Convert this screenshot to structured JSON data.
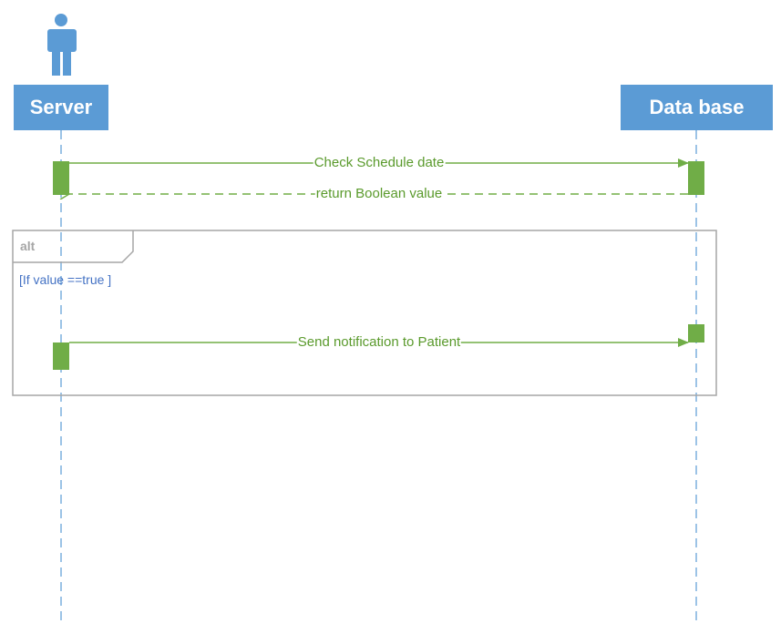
{
  "diagram": {
    "type": "sequence",
    "lifelines": [
      {
        "id": "server",
        "label": "Server",
        "icon": "actor-icon"
      },
      {
        "id": "database",
        "label": "Data base"
      }
    ],
    "messages": [
      {
        "label": "Check  Schedule date",
        "from": "server",
        "to": "database",
        "style": "solid"
      },
      {
        "label": "return  Boolean value",
        "from": "database",
        "to": "server",
        "style": "dashed"
      },
      {
        "label": "Send notification  to Patient",
        "from": "server",
        "to": "database",
        "style": "solid"
      }
    ],
    "fragment": {
      "operator": "alt",
      "guard": "[If value ==true ]"
    },
    "colors": {
      "lifeline_box": "#5b9bd5",
      "lifeline_text": "#ffffff",
      "lifeline_dash": "#5b9bd5",
      "activation": "#70ad47",
      "message": "#70ad47",
      "message_text": "#5a9a2c",
      "frame_border": "#a6a6a6",
      "frame_tag": "#a6a6a6",
      "guard_text": "#4472c4"
    }
  }
}
